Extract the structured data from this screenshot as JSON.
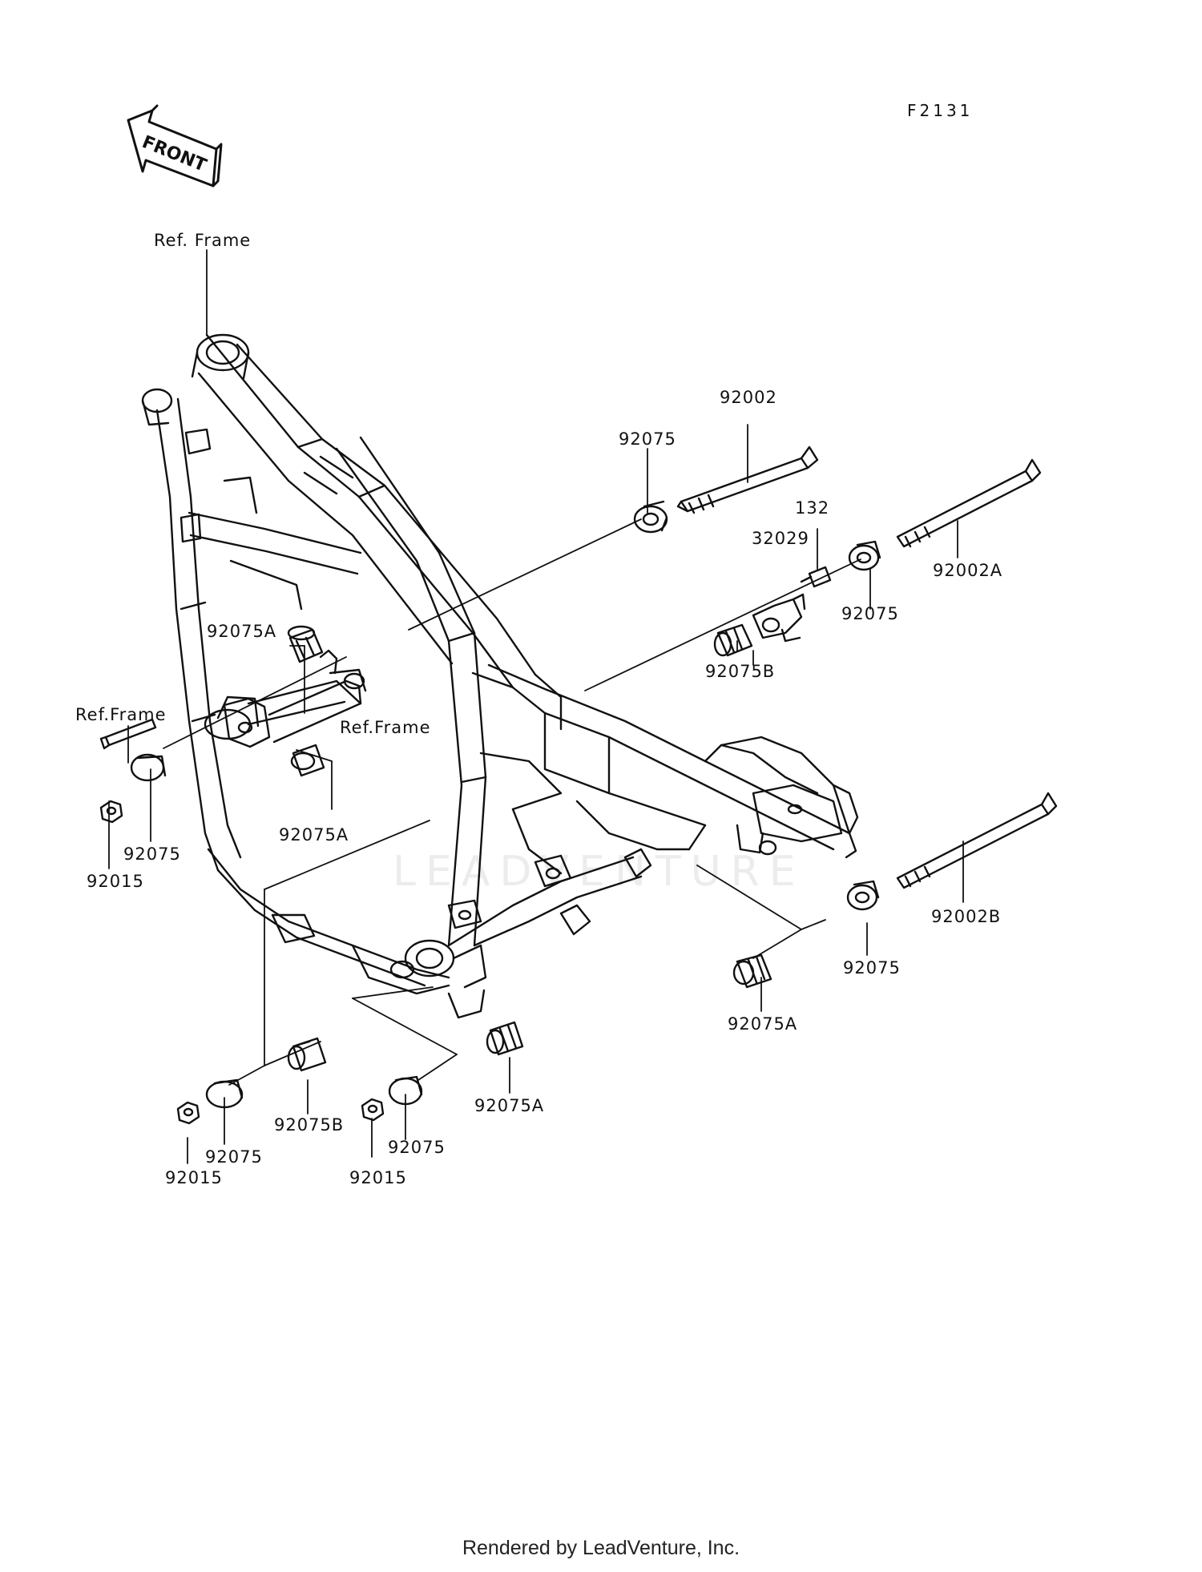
{
  "diagram": {
    "code": "F2131",
    "front_label": "FRONT",
    "watermark": "LEADVENTURE",
    "footer": "Rendered by LeadVenture, Inc.",
    "ink_color": "#111111",
    "labels": {
      "ref_frame_top": "Ref. Frame",
      "ref_frame_left": "Ref.Frame",
      "ref_frame_mid": "Ref.Frame",
      "p92002": "92002",
      "p92002a": "92002A",
      "p92002b": "92002B",
      "p92075_top": "92075",
      "p92075_right": "92075",
      "p92075_lowright": "92075",
      "p92075_left": "92075",
      "p92075_bl": "92075",
      "p92075_bm": "92075",
      "p92075a_upper": "92075A",
      "p92075a_lower": "92075A",
      "p92075a_right": "92075A",
      "p92075a_bottom": "92075A",
      "p92075b_right": "92075B",
      "p92075b_bottom": "92075B",
      "p132": "132",
      "p32029": "32029",
      "p92015_left": "92015",
      "p92015_bl": "92015",
      "p92015_bm": "92015"
    }
  }
}
